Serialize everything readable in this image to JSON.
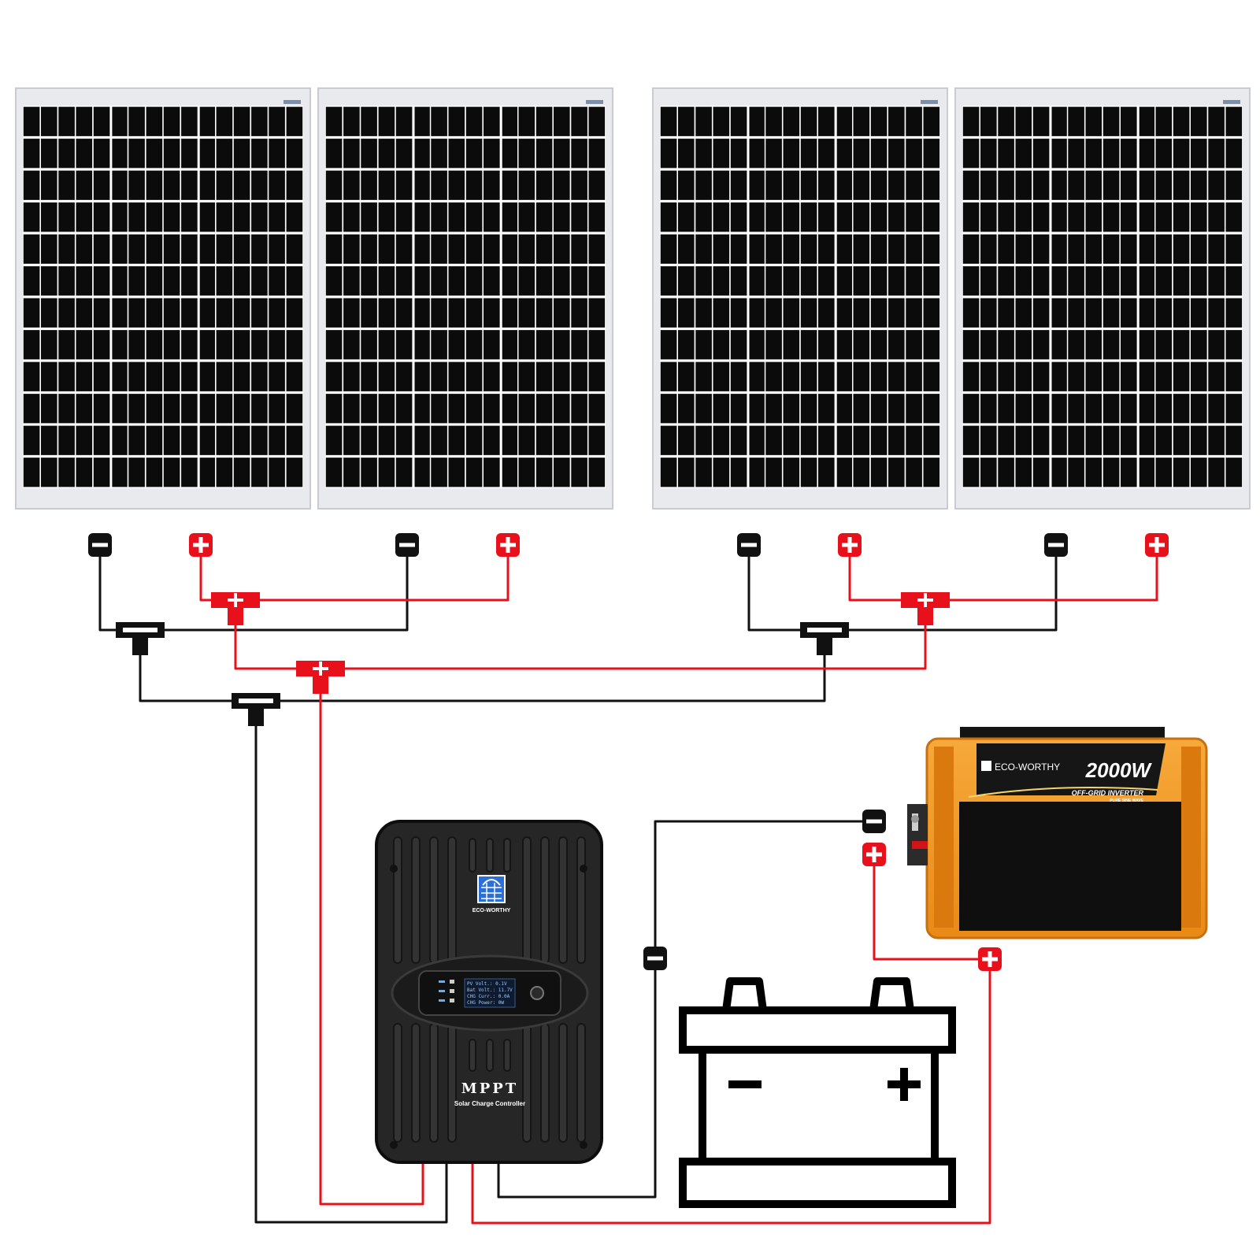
{
  "colors": {
    "positive": "#e8101a",
    "negative": "#111111",
    "panel_cell": "#0b0b0b",
    "panel_frame": "#e9eaee",
    "inverter_orange": "#f29b2a",
    "controller_body": "#262626"
  },
  "panels": [
    {
      "name": "solar-panel-1"
    },
    {
      "name": "solar-panel-2"
    },
    {
      "name": "solar-panel-3"
    },
    {
      "name": "solar-panel-4"
    }
  ],
  "controller": {
    "brand": "ECO-WORTHY",
    "model": "MPPT",
    "subtitle": "Solar Charge Controller",
    "lcd_lines": [
      "PV  Volt.:  0.1V",
      "Bat Volt.: 11.7V",
      "CHG Curr.:  0.0A",
      "CHG Power:    0W"
    ]
  },
  "inverter": {
    "brand": "ECO-WORTHY",
    "power": "2000W",
    "type": "OFF-GRID INVERTER",
    "subtype": "PURE SINE WAVE"
  },
  "icons": {
    "positive": "plus-icon",
    "negative": "minus-icon",
    "battery": "battery-icon"
  }
}
